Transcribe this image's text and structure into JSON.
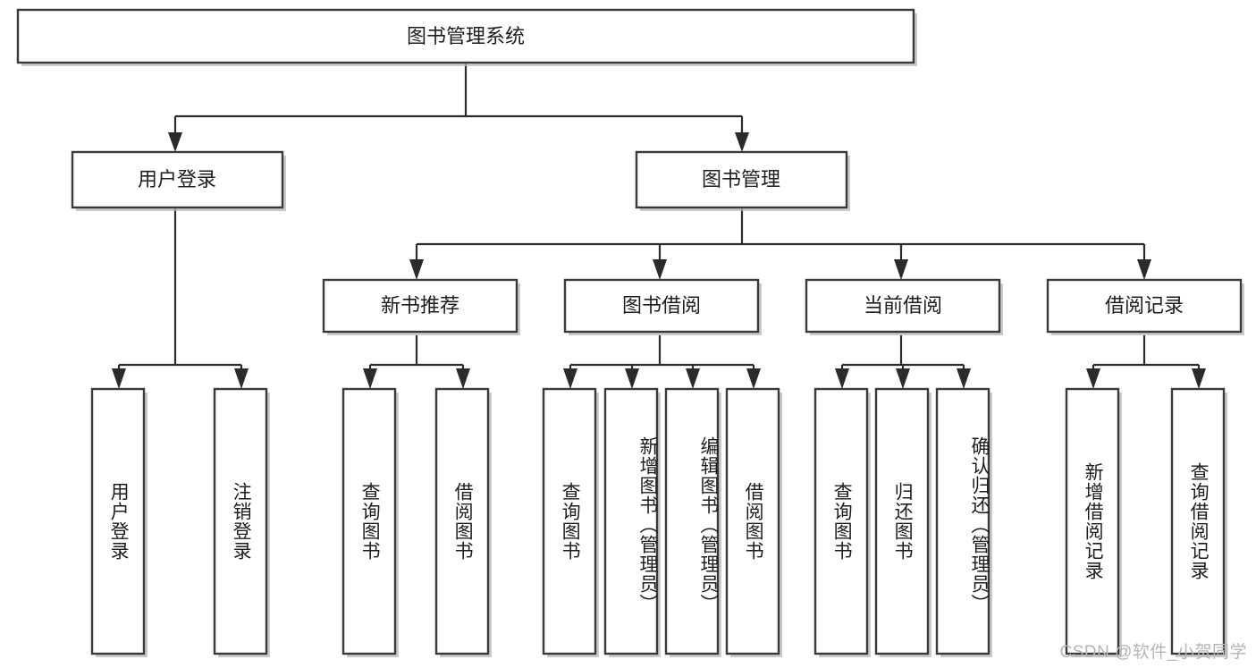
{
  "diagram": {
    "type": "tree-hierarchy",
    "title": "图书管理系统",
    "watermark": "CSDN @软件_小贺同学",
    "colors": {
      "box_fill": "#ffffff",
      "box_stroke": "#3a3a3a",
      "connector": "#2b2b2b",
      "text": "#1d1d1d",
      "watermark": "#b5b5b5",
      "background": "#ffffff"
    },
    "root": {
      "label": "图书管理系统"
    },
    "level2": [
      {
        "label": "用户登录"
      },
      {
        "label": "图书管理"
      }
    ],
    "level3": [
      {
        "label": "新书推荐"
      },
      {
        "label": "图书借阅"
      },
      {
        "label": "当前借阅"
      },
      {
        "label": "借阅记录"
      }
    ],
    "leaves": {
      "user_login": [
        {
          "label": "用户登录"
        },
        {
          "label": "注销登录"
        }
      ],
      "new_book_recommend": [
        {
          "label": "查询图书"
        },
        {
          "label": "借阅图书"
        }
      ],
      "book_borrow": [
        {
          "label": "查询图书"
        },
        {
          "label": "新增图书（管理员）"
        },
        {
          "label": "编辑图书（管理员）"
        },
        {
          "label": "借阅图书"
        }
      ],
      "current_borrow": [
        {
          "label": "查询图书"
        },
        {
          "label": "归还图书"
        },
        {
          "label": "确认归还（管理员）"
        }
      ],
      "borrow_record": [
        {
          "label": "新增借阅记录"
        },
        {
          "label": "查询借阅记录"
        }
      ]
    }
  }
}
